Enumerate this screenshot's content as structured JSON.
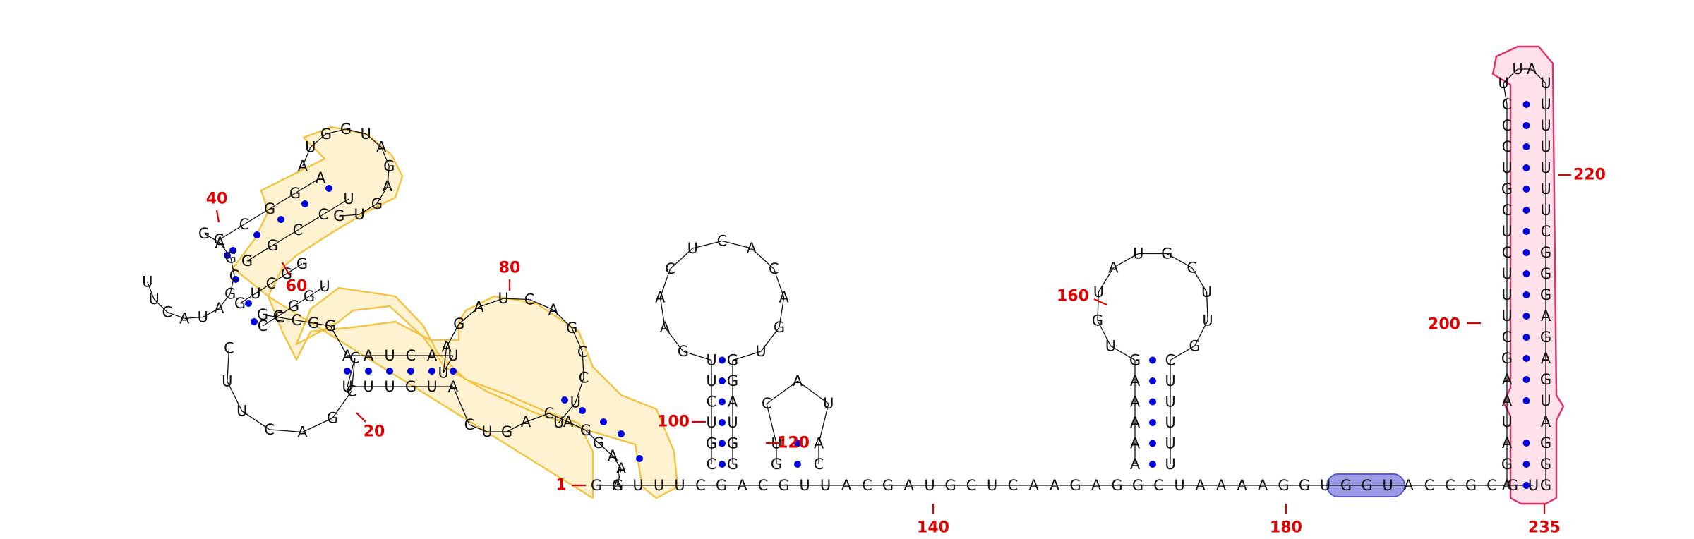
{
  "colors": {
    "nucleotide": "#111111",
    "pair": "#0000e0",
    "number": "#e00000",
    "domainA": "#f5c344",
    "domainB": "#e0306a",
    "motif": "#9b9be6"
  },
  "strand_3prime": [
    "G",
    "A",
    "U",
    "U",
    "U",
    "C",
    "G",
    "A",
    "C",
    "G",
    "U",
    "U",
    "A",
    "C",
    "G",
    "A",
    "U",
    "G",
    "C",
    "U",
    "C",
    "A",
    "A",
    "G",
    "A",
    "G",
    "G",
    "C",
    "U",
    "A",
    "A",
    "A",
    "A",
    "G",
    "G",
    "U",
    "G",
    "G",
    "U",
    "A",
    "C",
    "C",
    "G",
    "C",
    "G",
    "U"
  ],
  "hairpin_a": {
    "left": [
      "C",
      "G",
      "U",
      "C",
      "U",
      "U"
    ],
    "loop": [
      "G",
      "A",
      "A",
      "C",
      "U",
      "C",
      "A",
      "C",
      "A",
      "G",
      "U"
    ],
    "right": [
      "G",
      "G",
      "U",
      "A",
      "G",
      "G"
    ]
  },
  "hairpin_b": {
    "left": [
      "G",
      "U"
    ],
    "loop": [
      "C",
      "A",
      "U"
    ],
    "right": [
      "C",
      "A"
    ]
  },
  "hairpin_c": {
    "left": [
      "A",
      "A",
      "A",
      "A",
      "A",
      "G"
    ],
    "loop": [
      "U",
      "G",
      "U",
      "A",
      "U",
      "G",
      "C",
      "U",
      "U",
      "G"
    ],
    "right": [
      "U",
      "U",
      "U",
      "U",
      "U",
      "C"
    ]
  },
  "hairpin_d": {
    "left": [
      "A",
      "G",
      "A",
      "U",
      "A",
      "A",
      "G",
      "C",
      "U",
      "U",
      "U",
      "C",
      "U",
      "C",
      "G",
      "U",
      "C",
      "C",
      "C"
    ],
    "loop": [
      "U",
      "U",
      "A",
      "U"
    ],
    "right": [
      "G",
      "G",
      "G",
      "A",
      "U",
      "G",
      "A",
      "G",
      "A",
      "G",
      "G",
      "G",
      "C",
      "U",
      "U",
      "U",
      "U",
      "U",
      "U"
    ]
  },
  "domain_left": {
    "base_pairs_inner": [
      "G",
      "A",
      "U",
      "C",
      "C",
      "U",
      "C",
      "C"
    ],
    "lower_stem_top": [
      "A",
      "A",
      "U",
      "C",
      "A",
      "U"
    ],
    "lower_stem_bottom": [
      "U",
      "U",
      "U",
      "G",
      "U",
      "A"
    ],
    "right_loop": [
      "U",
      "A",
      "G",
      "A",
      "U",
      "C",
      "A",
      "G",
      "C",
      "C",
      "U",
      "U"
    ],
    "right_loop_bottom": [
      "C",
      "U",
      "G",
      "A",
      "C",
      "A",
      "G",
      "G",
      "A",
      "A",
      "G"
    ],
    "left_loop": [
      "C",
      "C",
      "G",
      "A",
      "C",
      "U",
      "U",
      "C"
    ],
    "stem2_left": [
      "G",
      "U",
      "C",
      "G",
      "G"
    ],
    "stem2_right": [
      "C",
      "C",
      "G",
      "G",
      "U"
    ],
    "upper_stem_left": [
      "C",
      "C",
      "G",
      "G",
      "A"
    ],
    "upper_stem_right": [
      "G",
      "G",
      "C",
      "C",
      "U"
    ],
    "upper_loop": [
      "A",
      "U",
      "G",
      "G",
      "U",
      "A",
      "G",
      "A",
      "G",
      "U",
      "G"
    ],
    "left_bulge": [
      "G",
      "A",
      "G",
      "C",
      "G",
      "A",
      "U",
      "A",
      "C",
      "U",
      "U"
    ],
    "top_junction": [
      "G",
      "C",
      "C",
      "G",
      "G"
    ]
  },
  "numbers": [
    "1",
    "20",
    "40",
    "60",
    "80",
    "100",
    "120",
    "140",
    "160",
    "180",
    "200",
    "220",
    "235"
  ]
}
